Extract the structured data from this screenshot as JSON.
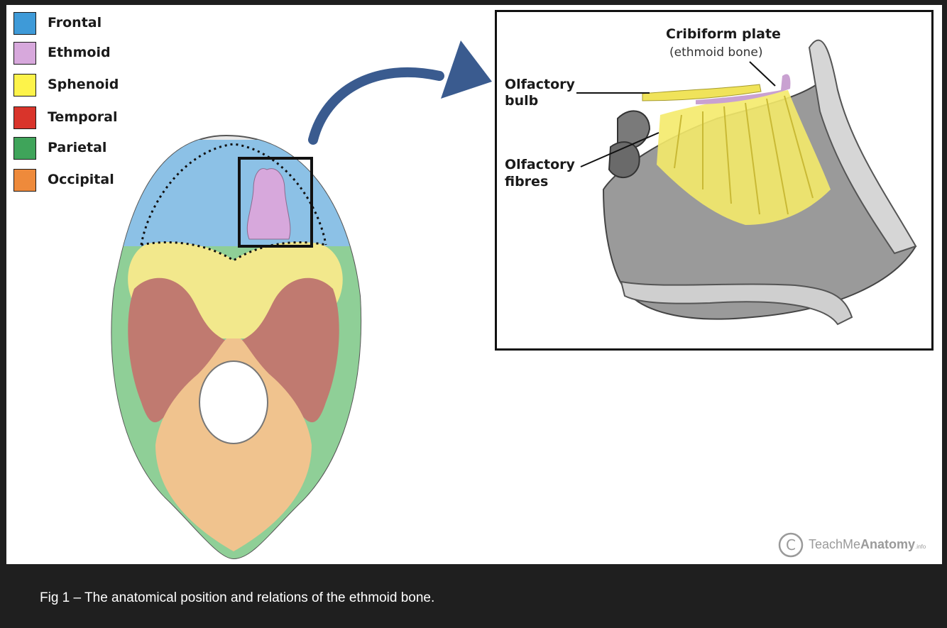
{
  "legend": [
    {
      "label": "Frontal",
      "color": "#3e9ad8"
    },
    {
      "label": "Ethmoid",
      "color": "#d7a8dc"
    },
    {
      "label": "Sphenoid",
      "color": "#fdf34a"
    },
    {
      "label": "Temporal",
      "color": "#d9342b"
    },
    {
      "label": "Parietal",
      "color": "#3fa45a"
    },
    {
      "label": "Occipital",
      "color": "#ee8a3b"
    }
  ],
  "inset": {
    "cribriform_title": "Cribiform plate",
    "cribriform_sub": "(ethmoid bone)",
    "bulb_line1": "Olfactory",
    "bulb_line2": "bulb",
    "fibres_line1": "Olfactory",
    "fibres_line2": "fibres"
  },
  "watermark": {
    "symbol": "C",
    "brand_light": "TeachMe",
    "brand_bold": "Anatomy",
    "suffix": ".info"
  },
  "caption": "Fig 1 – The anatomical position and relations of the ethmoid bone.",
  "colors": {
    "arrow": "#3a5b8f",
    "frame": "#111111",
    "caption_bg": "#1f1f1f"
  }
}
